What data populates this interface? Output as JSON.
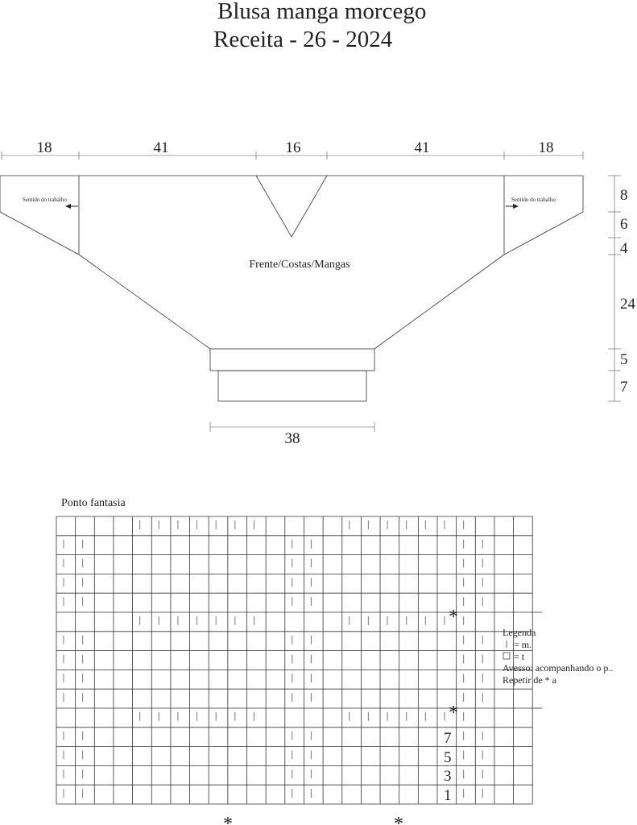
{
  "title": "Blusa manga morcego",
  "subtitle": "Receita - 26 - 2024",
  "schematic": {
    "top_widths": [
      "18",
      "41",
      "16",
      "41",
      "18"
    ],
    "side_heights": [
      "8",
      "6",
      "4",
      "24",
      "5",
      "7"
    ],
    "bottom_width": "38",
    "center_label": "Frente/Costas/Mangas",
    "direction_label": "Sentido do trabalho"
  },
  "chart": {
    "title": "Ponto fantasia",
    "row_numbers": [
      "7",
      "5",
      "3",
      "1"
    ],
    "repeat_marker": "*",
    "rows": [
      "....mmmmmmm....mmmmmmm...",
      "mm..........mm.......mm..",
      "mm..........mm.......mm..",
      "mm..........mm.......mm..",
      "mm..........mm.......mm..",
      "....mmmmmmm....mmmmmmm...",
      "mm..........mm.......mm..",
      "mm..........mm.......mm..",
      "mm..........mm.......mm..",
      "mm..........mm.......mm..",
      "....mmmmmmm....mmmmmmm...",
      "mm..........mm.......mm..",
      "mm..........mm.......mm..",
      "mm..........mm.......mm..",
      "mm..........mm.......mm.."
    ]
  },
  "legend": {
    "title": "Legenda",
    "m_label": "= m.",
    "t_label": "= t",
    "avesso": "Avesso: acompanhando o p..",
    "repeat": "Repetir de * a"
  }
}
